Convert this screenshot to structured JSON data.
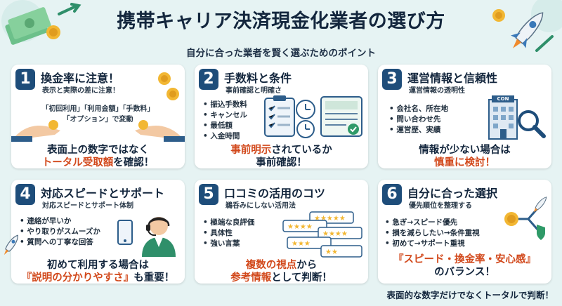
{
  "header": {
    "title": "携帯キャリア決済現金化業者の選び方",
    "subtitle": "自分に合った業者を賢く選ぶためのポイント"
  },
  "colors": {
    "navy": "#1e4d7a",
    "accent_orange": "#d2491c",
    "background": "#e6f3f3"
  },
  "cards": [
    {
      "number": "1",
      "title": "換金率に注意！",
      "subtitle": "表示と実際の差に注意！",
      "tags": [
        "「初回利用」「利用金額」「手数料」",
        "「オプション」で変動"
      ],
      "line1": "表面上の数字ではなく",
      "line2_hl": "トータル受取額",
      "line2_rest": "を確認！"
    },
    {
      "number": "2",
      "title": "手数料と条件",
      "subtitle": "事前確認と明確さ",
      "bullets": [
        "振込手数料",
        "キャンセル",
        "最低額",
        "入金時間"
      ],
      "line1_hl": "事前明示",
      "line1_rest": "されているか",
      "line2": "事前確認！"
    },
    {
      "number": "3",
      "title": "運営情報と信頼性",
      "subtitle": "運営情報の透明性",
      "bullets": [
        "会社名、所在地",
        "問い合わせ先",
        "運営歴、実績"
      ],
      "building_label": "CON",
      "line1": "情報が少ない場合は",
      "line2_hl": "慎重に検討！"
    },
    {
      "number": "4",
      "title": "対応スピードとサポート",
      "subtitle": "対応スピードとサポート体制",
      "bullets": [
        "連絡が早いか",
        "やり取りがスムーズか",
        "質問への丁寧な回答"
      ],
      "line1": "初めて利用する場合は",
      "line2_hl": "『説明の分かりやすさ』",
      "line2_rest": "も重要！"
    },
    {
      "number": "5",
      "title": "口コミの活用のコツ",
      "subtitle": "鵜呑みにしない活用法",
      "bullets": [
        "極端な良評価",
        "具体性",
        "強い言葉"
      ],
      "line1_hl": "複数の視点",
      "line1_rest": "から",
      "line2_hl": "参考情報",
      "line2_rest": "として判断！"
    },
    {
      "number": "6",
      "title": "自分に合った選択",
      "subtitle": "優先順位を整理する",
      "bullets": [
        "急ぎ→スピード優先",
        "損を減らしたい→条件重視",
        "初めて→サポート重視"
      ],
      "line1_hl": "『スピード・換金率・安心感』",
      "line2": "のバランス！"
    }
  ],
  "footer": "表面的な数字だけでなくトータルで判断！"
}
